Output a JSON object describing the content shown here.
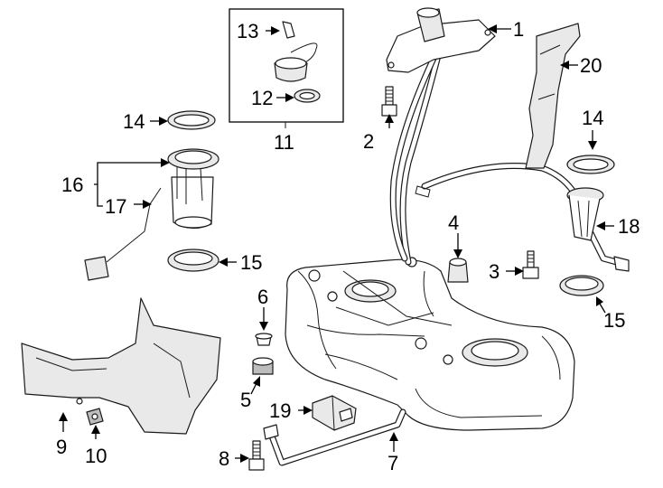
{
  "callouts": {
    "c1": "1",
    "c2": "2",
    "c3": "3",
    "c4": "4",
    "c5": "5",
    "c6": "6",
    "c7": "7",
    "c8": "8",
    "c9": "9",
    "c10": "10",
    "c11": "11",
    "c12": "12",
    "c13": "13",
    "c14a": "14",
    "c14b": "14",
    "c15a": "15",
    "c15b": "15",
    "c16": "16",
    "c17": "17",
    "c18": "18",
    "c19": "19",
    "c20": "20"
  }
}
